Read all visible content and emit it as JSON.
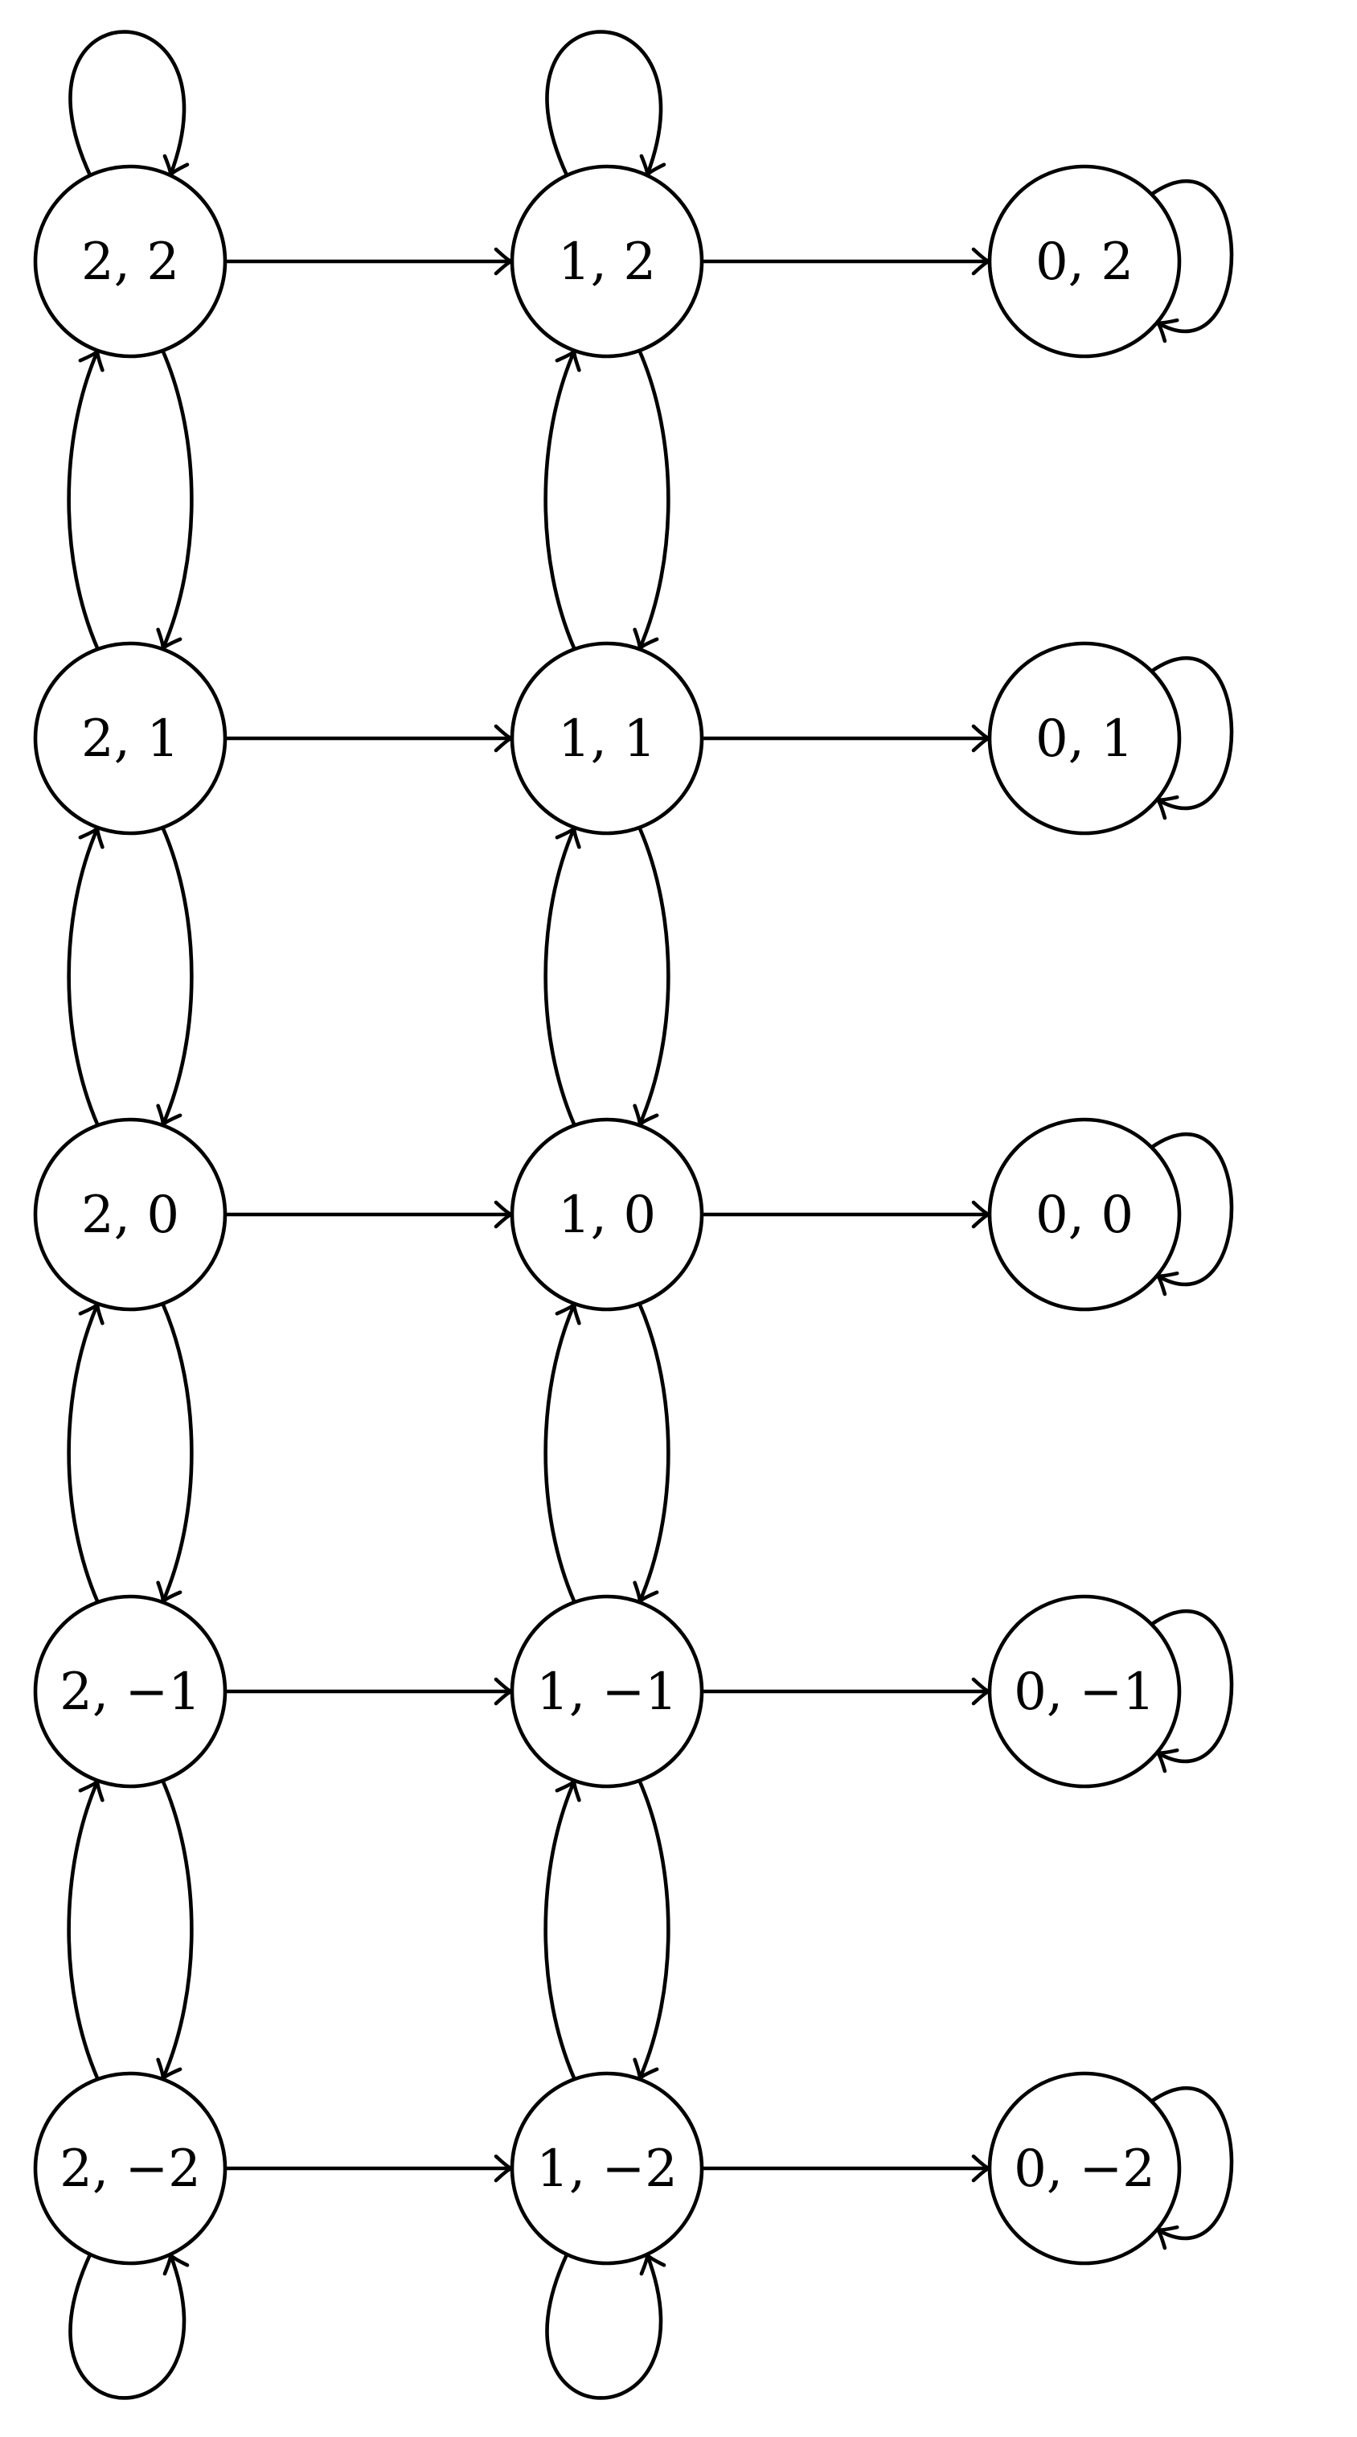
{
  "diagram": {
    "nodes": [
      {
        "id": "2,2",
        "label": "2, 2"
      },
      {
        "id": "1,2",
        "label": "1, 2"
      },
      {
        "id": "0,2",
        "label": "0, 2"
      },
      {
        "id": "2,1",
        "label": "2, 1"
      },
      {
        "id": "1,1",
        "label": "1, 1"
      },
      {
        "id": "0,1",
        "label": "0, 1"
      },
      {
        "id": "2,0",
        "label": "2, 0"
      },
      {
        "id": "1,0",
        "label": "1, 0"
      },
      {
        "id": "0,0",
        "label": "0, 0"
      },
      {
        "id": "2,-1",
        "label": "2, −1"
      },
      {
        "id": "1,-1",
        "label": "1, −1"
      },
      {
        "id": "0,-1",
        "label": "0, −1"
      },
      {
        "id": "2,-2",
        "label": "2, −2"
      },
      {
        "id": "1,-2",
        "label": "1, −2"
      },
      {
        "id": "0,-2",
        "label": "0, −2"
      }
    ],
    "edges": [
      {
        "from": "2,2",
        "to": "1,2"
      },
      {
        "from": "1,2",
        "to": "0,2"
      },
      {
        "from": "2,1",
        "to": "1,1"
      },
      {
        "from": "1,1",
        "to": "0,1"
      },
      {
        "from": "2,0",
        "to": "1,0"
      },
      {
        "from": "1,0",
        "to": "0,0"
      },
      {
        "from": "2,-1",
        "to": "1,-1"
      },
      {
        "from": "1,-1",
        "to": "0,-1"
      },
      {
        "from": "2,-2",
        "to": "1,-2"
      },
      {
        "from": "1,-2",
        "to": "0,-2"
      },
      {
        "from": "2,2",
        "to": "2,1"
      },
      {
        "from": "2,1",
        "to": "2,2"
      },
      {
        "from": "2,1",
        "to": "2,0"
      },
      {
        "from": "2,0",
        "to": "2,1"
      },
      {
        "from": "2,0",
        "to": "2,-1"
      },
      {
        "from": "2,-1",
        "to": "2,0"
      },
      {
        "from": "2,-1",
        "to": "2,-2"
      },
      {
        "from": "2,-2",
        "to": "2,-1"
      },
      {
        "from": "1,2",
        "to": "1,1"
      },
      {
        "from": "1,1",
        "to": "1,2"
      },
      {
        "from": "1,1",
        "to": "1,0"
      },
      {
        "from": "1,0",
        "to": "1,1"
      },
      {
        "from": "1,0",
        "to": "1,-1"
      },
      {
        "from": "1,-1",
        "to": "1,0"
      },
      {
        "from": "1,-1",
        "to": "1,-2"
      },
      {
        "from": "1,-2",
        "to": "1,-1"
      },
      {
        "from": "2,2",
        "to": "2,2"
      },
      {
        "from": "1,2",
        "to": "1,2"
      },
      {
        "from": "0,2",
        "to": "0,2"
      },
      {
        "from": "0,1",
        "to": "0,1"
      },
      {
        "from": "0,0",
        "to": "0,0"
      },
      {
        "from": "0,-1",
        "to": "0,-1"
      },
      {
        "from": "0,-2",
        "to": "0,-2"
      },
      {
        "from": "2,-2",
        "to": "2,-2"
      },
      {
        "from": "1,-2",
        "to": "1,-2"
      }
    ]
  }
}
